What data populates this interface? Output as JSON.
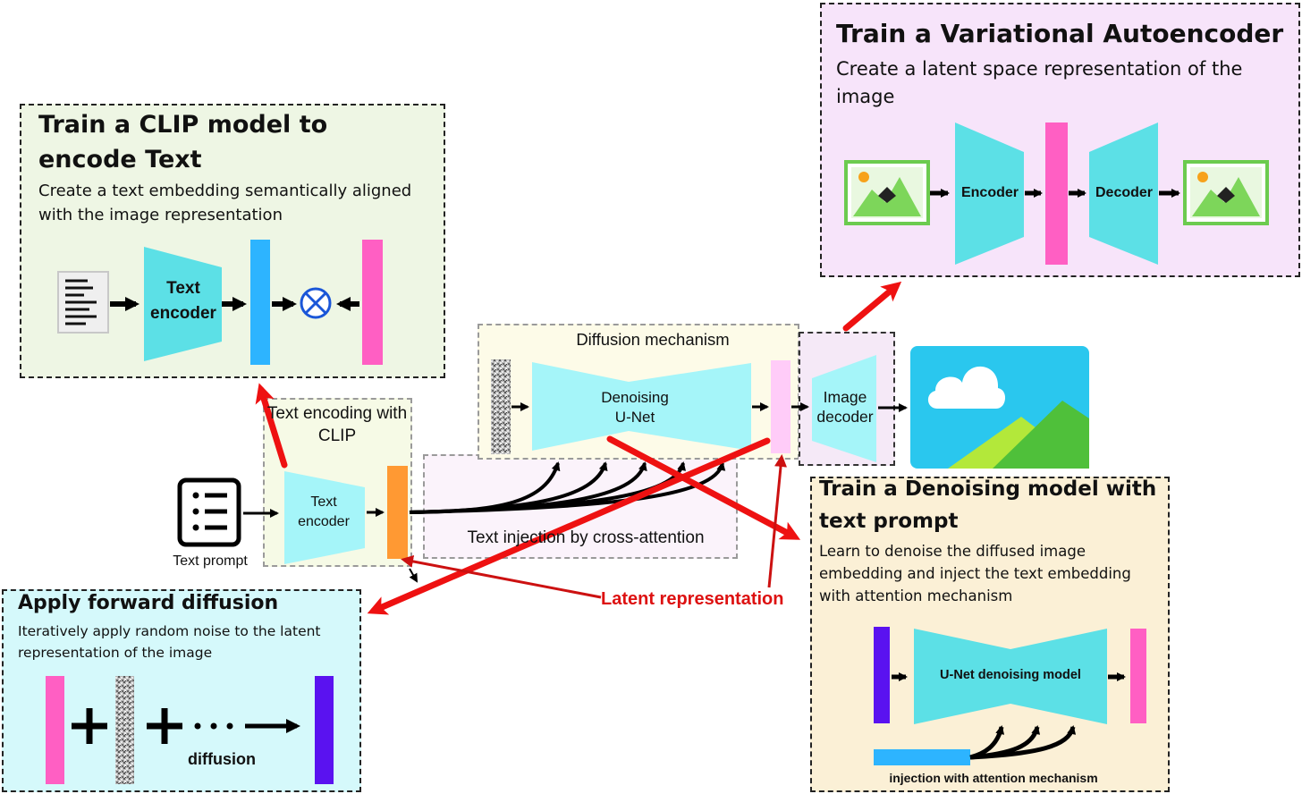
{
  "clip_panel": {
    "title": "Train a CLIP model to encode Text",
    "description": "Create a text embedding semantically aligned with the image representation",
    "encoder_label_1": "Text",
    "encoder_label_2": "encoder"
  },
  "vae_panel": {
    "title": "Train a Variational Autoencoder",
    "description": "Create a latent space representation of the image",
    "encoder_label": "Encoder",
    "decoder_label": "Decoder"
  },
  "forward_panel": {
    "title": "Apply forward diffusion",
    "description": "Iteratively apply random noise to the latent representation of the image",
    "diffusion_label": "diffusion"
  },
  "denoise_panel": {
    "title": "Train a Denoising model with text prompt",
    "description": "Learn to denoise the diffused image embedding and inject the text embedding with attention mechanism",
    "unet_label": "U-Net denoising model",
    "injection_label": "injection with attention mechanism"
  },
  "pipeline": {
    "text_prompt_label": "Text prompt",
    "text_encoding_group": "Text encoding with CLIP",
    "text_encoder_1": "Text",
    "text_encoder_2": "encoder",
    "diffusion_group": "Diffusion mechanism",
    "unet_1": "Denoising",
    "unet_2": "U-Net",
    "cross_attention_group": "Text injection by cross-attention",
    "image_decoder_1": "Image",
    "image_decoder_2": "decoder",
    "latent_label": "Latent representation"
  },
  "colors": {
    "red_arrow": "#ee1111",
    "pink": "#ff5fc3",
    "purple": "#5a12f0",
    "blue": "#2db4ff",
    "cyan": "#5ce0e6",
    "orange": "#ff9933"
  }
}
